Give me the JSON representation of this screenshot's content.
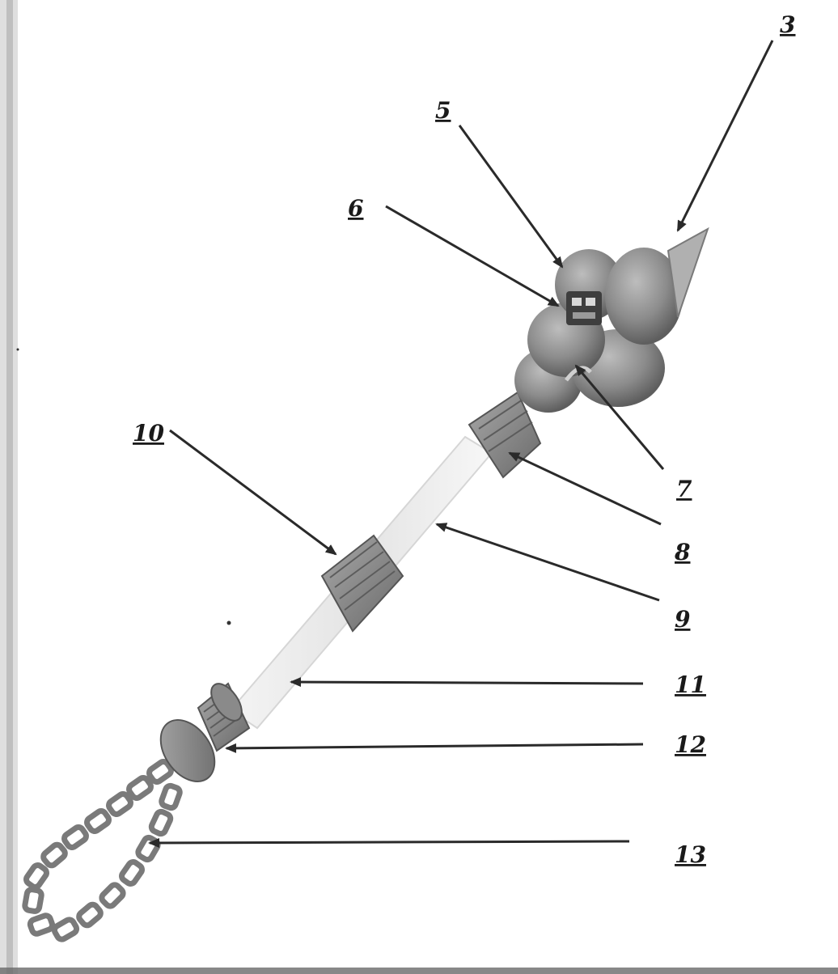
{
  "figure": {
    "subject": "ceremonial mace with flail chain",
    "colors": {
      "background": "#ffffff",
      "metal": "#8c8c8c",
      "metal_dark": "#5e5e5e",
      "metal_light": "#b4b4b4",
      "shaft": "#ededed",
      "chain": "#7a7a7a",
      "ink": "#1a1a1a",
      "scan_edge": "#b0b0b0"
    },
    "callouts": [
      {
        "id": "c3",
        "label": "3"
      },
      {
        "id": "c5",
        "label": "5"
      },
      {
        "id": "c6",
        "label": "6"
      },
      {
        "id": "c7",
        "label": "7"
      },
      {
        "id": "c8",
        "label": "8"
      },
      {
        "id": "c9",
        "label": "9"
      },
      {
        "id": "c10",
        "label": "10"
      },
      {
        "id": "c11",
        "label": "11"
      },
      {
        "id": "c12",
        "label": "12"
      },
      {
        "id": "c13",
        "label": "13"
      }
    ]
  }
}
